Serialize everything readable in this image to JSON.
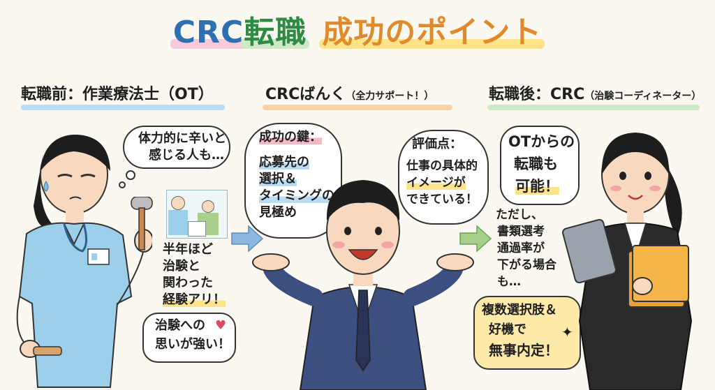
{
  "title": {
    "part1": "CRC",
    "part2": "転職",
    "part3": "成功のポイント"
  },
  "columns": {
    "left": {
      "label": "転職前：作業療法士（OT）"
    },
    "center": {
      "label": "CRCばんく",
      "sub": "（全力サポート！）"
    },
    "right": {
      "label": "転職後：CRC",
      "sub": "（治験コーディネーター）"
    }
  },
  "left": {
    "bubble_line1": "体力的に辛いと",
    "bubble_line2": "感じる人も…",
    "note_line1": "半年ほど",
    "note_line2": "治験と",
    "note_line3": "関わった",
    "note_line4": "経験アリ！",
    "bottom_line1": "治験への",
    "bottom_line2": "思いが強い！"
  },
  "center": {
    "key_title": "成功の鍵：",
    "key_line1": "応募先の",
    "key_line2": "選択＆",
    "key_line3": "タイミングの",
    "key_line4": "見極め",
    "eval_title": "評価点：",
    "eval_line1": "仕事の具体的",
    "eval_line2": "イメージが",
    "eval_line3": "できている！"
  },
  "right": {
    "bubble_line1": "OTからの",
    "bubble_line2": "転職も",
    "bubble_line3": "可能！",
    "note_line1": "ただし、",
    "note_line2": "書類選考",
    "note_line3": "通過率が",
    "note_line4": "下がる場合",
    "note_line5": "も…",
    "result_line1": "複数選択肢＆",
    "result_line2": "好機で",
    "result_line3": "無事内定！"
  },
  "colors": {
    "blue": "#2d6fb0",
    "green": "#2e8b44",
    "orange": "#e18a2b",
    "pink": "#f7c9da",
    "yellow": "#fde38a"
  }
}
